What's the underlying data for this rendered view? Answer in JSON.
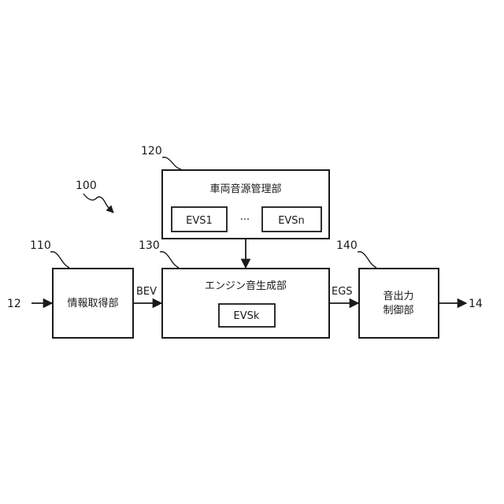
{
  "refs": {
    "system": "100",
    "info": "110",
    "manager": "120",
    "engine": "130",
    "output": "140",
    "input_terminal": "12",
    "output_terminal": "14"
  },
  "blocks": {
    "manager_title": "車両音源管理部",
    "evs_first": "EVS1",
    "evs_ellipsis": "···",
    "evs_last": "EVSn",
    "info_title": "情報取得部",
    "engine_title": "エンジン音生成部",
    "evs_selected": "EVSk",
    "output_title_line1": "音出力",
    "output_title_line2": "制御部"
  },
  "signals": {
    "bev": "BEV",
    "egs": "EGS"
  }
}
